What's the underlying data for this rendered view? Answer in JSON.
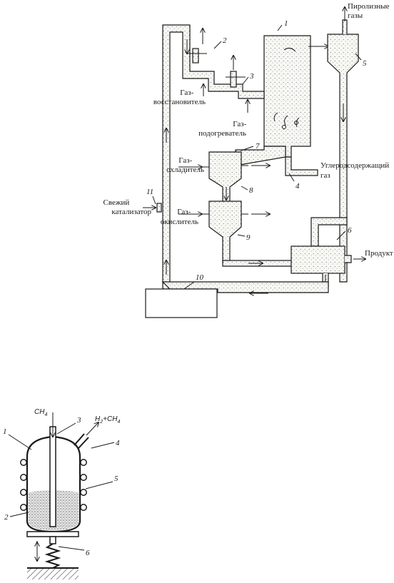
{
  "top_diagram": {
    "labels": {
      "pyrolysis_gases": [
        "Пиролизные",
        "газы"
      ],
      "reducing_gas": [
        "Газ-",
        "восстановитель"
      ],
      "heating_gas": [
        "Газ-",
        "подогреватель"
      ],
      "cooling_gas": [
        "Газ-",
        "охладитель"
      ],
      "carbon_gas": [
        "Углеродсодержащий",
        "газ"
      ],
      "fresh_catalyst": [
        "Свежий",
        "катализатор"
      ],
      "oxidizing_gas": [
        "Газ-",
        "окислитель"
      ],
      "product": "Продукт"
    },
    "numbers": [
      "1",
      "2",
      "3",
      "4",
      "5",
      "6",
      "7",
      "8",
      "9",
      "10",
      "11"
    ]
  },
  "bottom_diagram": {
    "labels": {
      "inlet_gas": "CH",
      "inlet_gas_sub": "4",
      "outlet_gas_h": "H",
      "outlet_gas_h_sub": "2",
      "outlet_gas_plus": "+CH",
      "outlet_gas_ch_sub": "4"
    },
    "numbers": [
      "1",
      "2",
      "3",
      "4",
      "5",
      "6"
    ]
  }
}
